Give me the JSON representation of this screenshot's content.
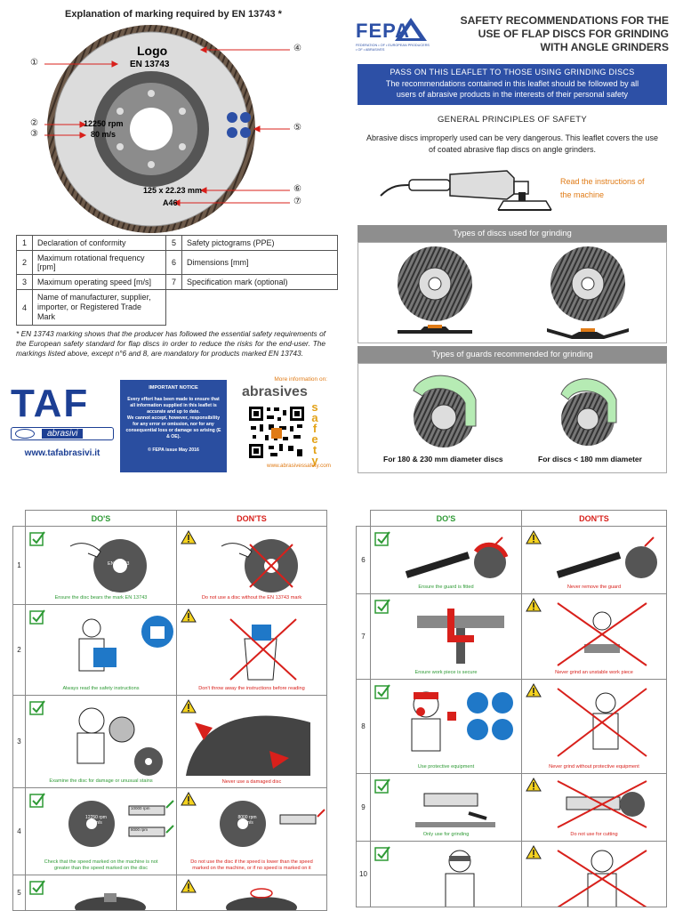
{
  "left_top": {
    "title": "Explanation of marking required by EN 13743 *",
    "disc": {
      "logo": "Logo",
      "en": "EN 13743",
      "rpm": "12250 rpm",
      "ms": "80 m/s",
      "dim": "125 x 22.23 mm",
      "spec": "A46"
    },
    "callouts": [
      "①",
      "②",
      "③",
      "④",
      "⑤",
      "⑥",
      "⑦"
    ],
    "legend": [
      {
        "n": "1",
        "t": "Declaration of conformity",
        "n2": "5",
        "t2": "Safety pictograms (PPE)"
      },
      {
        "n": "2",
        "t": "Maximum rotational frequency [rpm]",
        "n2": "6",
        "t2": "Dimensions [mm]"
      },
      {
        "n": "3",
        "t": "Maximum operating speed [m/s]",
        "n2": "7",
        "t2": "Specification mark (optional)"
      },
      {
        "n": "4",
        "t": "Name of manufacturer, supplier, importer, or Registered Trade Mark",
        "n2": "",
        "t2": ""
      }
    ],
    "note": "* EN 13743 marking shows that the producer has followed the essential safety requirements of the European safety standard for flap discs in order to reduce the risks for the end-user. The markings listed above, except n°6 and 8, are mandatory for products marked EN 13743."
  },
  "footer": {
    "taf_brand": "TAF",
    "taf_sub": "abrasivi",
    "taf_url": "www.tafabrasivi.it",
    "notice_title": "IMPORTANT NOTICE",
    "notice_body_1": "Every effort has been made to ensure that all information supplied in this leaflet is accurate and up to date.",
    "notice_body_2": "We cannot accept, however, responsibility for any error or omission, nor for any consequential loss or damage so arising (E & OE).",
    "notice_footer": "© FEPA issue May 2016",
    "more_info": "More information on:",
    "abrasives": "abrasives",
    "safety_vertical": [
      "s",
      "a",
      "f",
      "e",
      "t",
      "y"
    ],
    "abrasives_url": "www.abrasivessafety.com"
  },
  "right_top": {
    "fepa": "FEPA",
    "fepa_sub": "FEDERATION • OF • EUROPEAN PRODUCERS • OF • ABRASIVES",
    "title_lines": [
      "SAFETY RECOMMENDATIONS FOR THE",
      "USE OF FLAP DISCS FOR GRINDING",
      "WITH ANGLE GRINDERS"
    ],
    "blue_head": "PASS ON THIS LEAFLET TO THOSE USING GRINDING DISCS",
    "blue_body": "The recommendations contained in this leaflet should be followed by all users of abrasive products in the interests of their personal safety",
    "principles": "GENERAL PRINCIPLES OF SAFETY",
    "principles_text": "Abrasive discs improperly used can be very dangerous. This leaflet covers the use of coated abrasive flap discs on angle grinders.",
    "read": "Read the instructions of the machine",
    "types_discs": "Types of discs used for grinding",
    "types_guards": "Types of guards recommended for grinding",
    "guard_cap_1": "For 180 & 230 mm diameter discs",
    "guard_cap_2": "For discs < 180 mm diameter"
  },
  "dos_donts": {
    "do_header": "DO'S",
    "dont_header": "DON'TS",
    "left_rows": [
      {
        "n": "1",
        "do": "Ensure the disc bears the mark EN 13743",
        "dont": "Do not use a disc without the EN 13743 mark"
      },
      {
        "n": "2",
        "do": "Always read the safety instructions",
        "dont": "Don't throw away the instructions before reading"
      },
      {
        "n": "3",
        "do": "Examine the disc for damage or unusual stains",
        "dont": "Never use a damaged disc"
      },
      {
        "n": "4",
        "do": "Check that the speed marked on the machine is not greater than the speed marked on the disc",
        "dont": "Do not use the disc if the speed is lower than the speed marked on the machine, or if no speed is marked on it"
      },
      {
        "n": "5",
        "do": "",
        "dont": ""
      }
    ],
    "right_rows": [
      {
        "n": "6",
        "do": "Ensure the guard is fitted",
        "dont": "Never remove the guard"
      },
      {
        "n": "7",
        "do": "Ensure work piece is secure",
        "dont": "Never grind an unstable work piece"
      },
      {
        "n": "8",
        "do": "Use protective equipment",
        "dont": "Never grind without protective equipment"
      },
      {
        "n": "9",
        "do": "Only use for grinding",
        "dont": "Do not use for cutting"
      },
      {
        "n": "10",
        "do": "",
        "dont": ""
      }
    ],
    "disc_marks": {
      "en": "EN 13743",
      "rpm_good": "12250 rpm 80m/s",
      "rpm_bad": "8000 rpm 80m/s",
      "m1": "10000 rpm",
      "m2": "8000 rpm"
    }
  },
  "colors": {
    "blue": "#2d50a6",
    "green": "#2e9a35",
    "red": "#d8201b",
    "orange": "#e07b16",
    "gray": "#8e8e8e",
    "warn": "#f4d21f"
  }
}
